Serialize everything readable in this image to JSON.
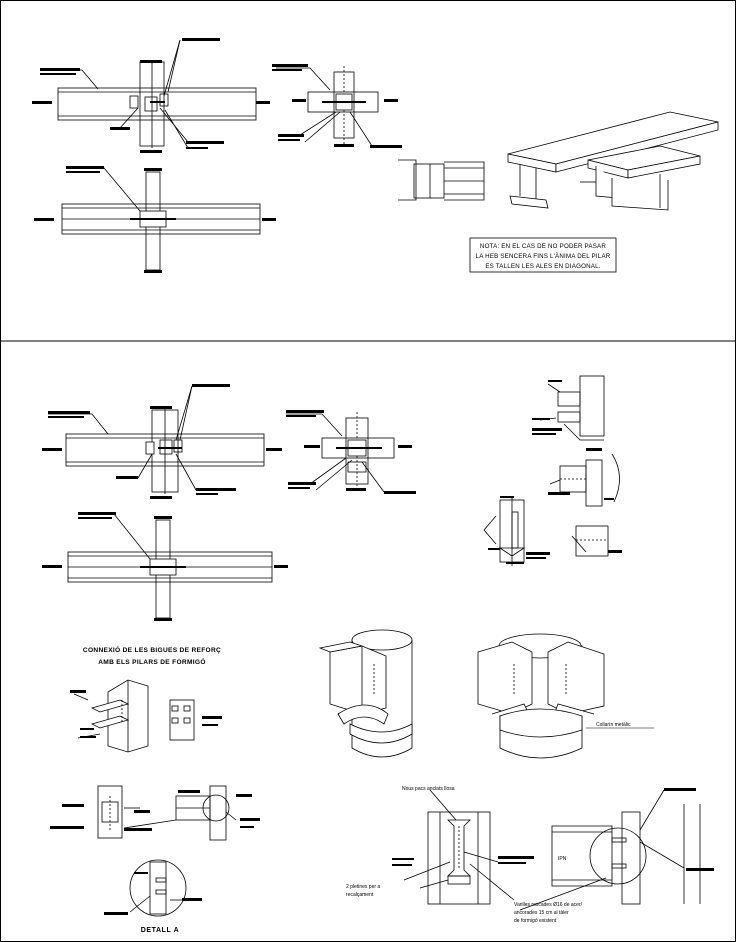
{
  "note": {
    "line1": "NOTA: EN EL CAS DE NO PODER PASAR",
    "line2": "LA HEB SENCERA FINS L'ÀNIMA DEL PILAR",
    "line3": "ES TALLEN LES ALES EN DIAGONAL."
  },
  "connection_title": {
    "line1": "CONNEXIÓ DE LES BIGUES DE REFORÇ",
    "line2": "AMB ELS PILARS DE FORMIGÓ"
  },
  "collar_label": "Collarín metàlic",
  "ipn_label": "IPN",
  "detail_label": "DETALL A",
  "plates_label_line1": "2 pletines per a",
  "plates_label_line2": "recalçament",
  "rods_label_line1": "Varilles roscades Ø16 de acer/",
  "rods_label_line2": "ancorades 15 cm al tàler",
  "rods_label_line3": "de formigó existent",
  "top_small_label": "Nous pacs anclats llosa"
}
